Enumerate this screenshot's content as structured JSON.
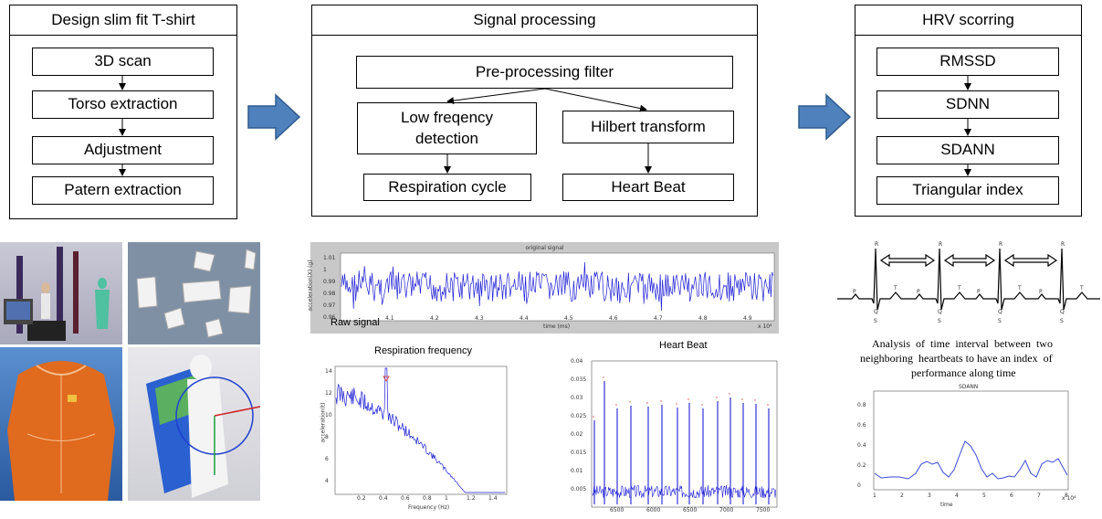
{
  "design": {
    "title": "Design slim fit T-shirt",
    "steps": [
      "3D scan",
      "Torso extraction",
      "Adjustment",
      "Patern extraction"
    ]
  },
  "signal": {
    "title": "Signal processing",
    "preprocess": "Pre-processing filter",
    "lowfreq_line1": "Low freqency",
    "lowfreq_line2": "detection",
    "hilbert": "Hilbert transform",
    "respiration": "Respiration cycle",
    "heartbeat": "Heart Beat"
  },
  "hrv": {
    "title": "HRV scorring",
    "steps": [
      "RMSSD",
      "SDNN",
      "SDANN",
      "Triangular index"
    ]
  },
  "plots": {
    "raw_title": "original signal",
    "raw_label": "Raw signal",
    "raw_xlabel": "time (ms)",
    "raw_ylabel": "acceleration(X) (g)",
    "raw_exp": "x 10⁴",
    "raw_xticks": [
      "4.1",
      "4.2",
      "4.3",
      "4.4",
      "4.5",
      "4.6",
      "4.7",
      "4.8",
      "4.9"
    ],
    "raw_yticks": [
      "1.01",
      "1",
      "0.99",
      "0.98",
      "0.97",
      "0.96"
    ],
    "resp_title": "Respiration frequency",
    "resp_xlabel": "Frequency (Hz)",
    "resp_ylabel": "acceleration(t)",
    "resp_xticks": [
      "0.2",
      "0.4",
      "0.6",
      "0.8",
      "1",
      "1.2",
      "1.4"
    ],
    "resp_yticks": [
      "14",
      "12",
      "10",
      "8",
      "6",
      "4"
    ],
    "hb_title": "Heart Beat",
    "hb_xticks": [
      "6500",
      "6000",
      "6500",
      "7000",
      "7500"
    ],
    "hb_yticks": [
      "0.04",
      "0.035",
      "0.03",
      "0.025",
      "0.02",
      "0.015",
      "0.01",
      "0.005"
    ],
    "ecg_caption_1": "Analysis  of  time  interval  between  two",
    "ecg_caption_2": "neighboring  heartbeats to have an index  of",
    "ecg_caption_3": "performance along time",
    "ecg_labels": {
      "r": "R",
      "p": "P",
      "t": "T",
      "q": "Q",
      "s": "S"
    },
    "sdann_title": "SDANN",
    "sdann_xlabel": "time",
    "sdann_exp": "x 10⁴",
    "sdann_xticks": [
      "1",
      "2",
      "3",
      "4",
      "5",
      "6",
      "7",
      "8"
    ],
    "sdann_yticks": [
      "0.8",
      "0.6",
      "0.4",
      "0.2",
      "0"
    ]
  },
  "colors": {
    "arrow_fill": "#4f81bd",
    "arrow_stroke": "#2f5b8f",
    "signal": "#1f1fd6",
    "peak": "#e03030"
  },
  "icons": {
    "arrow": "right-block-arrow"
  }
}
